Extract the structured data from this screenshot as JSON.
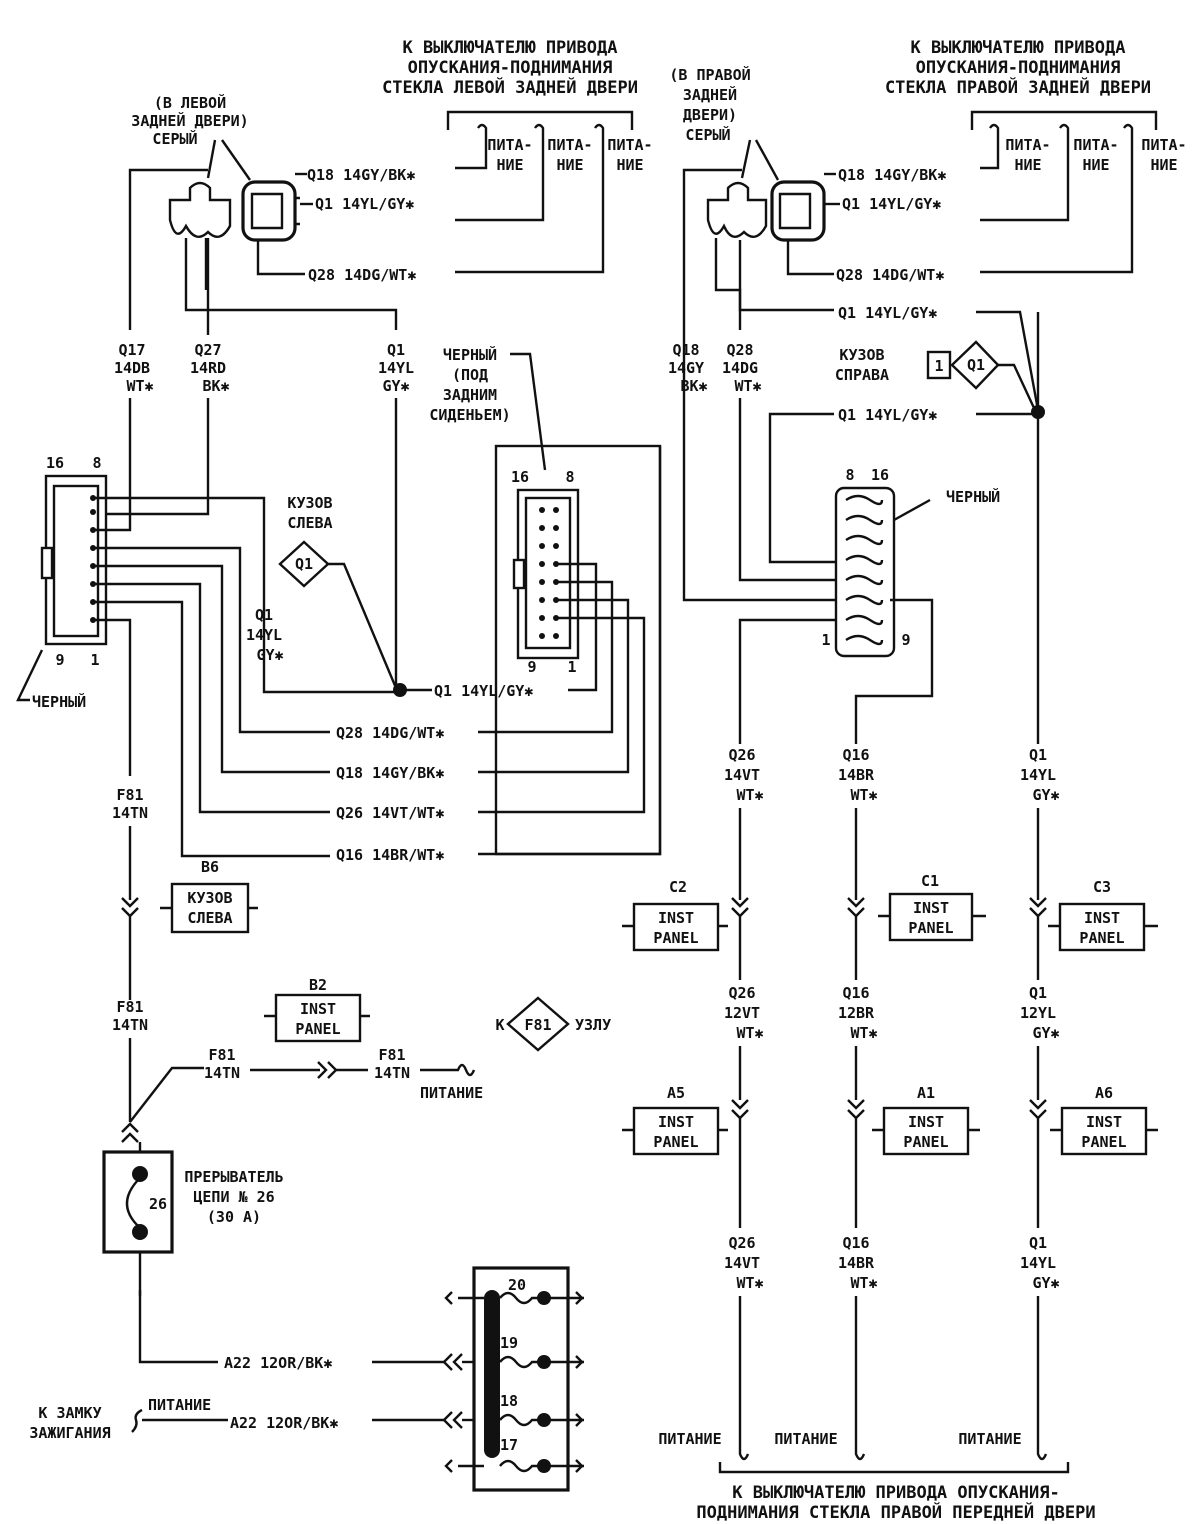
{
  "top_left": {
    "dest_lines": [
      "К ВЫКЛЮЧАТЕЛЮ ПРИВОДА",
      "ОПУСКАНИЯ-ПОДНИМАНИЯ",
      "СТЕКЛА ЛЕВОЙ ЗАДНЕЙ ДВЕРИ"
    ],
    "door_lines": [
      "(В ЛЕВОЙ",
      "ЗАДНЕЙ ДВЕРИ)",
      "СЕРЫЙ"
    ],
    "pitanie_parts": [
      "ПИТА-",
      "НИЕ"
    ]
  },
  "top_right": {
    "dest_lines": [
      "К ВЫКЛЮЧАТЕЛЮ ПРИВОДА",
      "ОПУСКАНИЯ-ПОДНИМАНИЯ",
      "СТЕКЛА ПРАВОЙ ЗАДНЕЙ ДВЕРИ"
    ],
    "door_lines": [
      "(В ПРАВОЙ",
      "ЗАДНЕЙ",
      "ДВЕРИ)",
      "СЕРЫЙ"
    ],
    "pitanie_parts": [
      "ПИТА-",
      "НИЕ"
    ]
  },
  "wires": {
    "q18_gybk": "Q18 14GY/BK✱",
    "q1_ylgy": "Q1 14YL/GY✱",
    "q28_dgwt": "Q28 14DG/WT✱",
    "q26_vtwt": "Q26 14VT/WT✱",
    "q16_brwt": "Q16 14BR/WT✱",
    "a22": "A22 12OR/BK✱"
  },
  "vertical_labels": {
    "q17": [
      "Q17",
      "14DB",
      "WT✱"
    ],
    "q27": [
      "Q27",
      "14RD",
      "BK✱"
    ],
    "q1_left": [
      "Q1",
      "14YL",
      "GY✱"
    ],
    "q18_right": [
      "Q18",
      "14GY",
      "BK✱"
    ],
    "q28_right": [
      "Q28",
      "14DG",
      "WT✱"
    ],
    "q1_body_left": [
      "Q1",
      "14YL",
      "GY✱"
    ],
    "f81_a": [
      "F81",
      "14TN"
    ],
    "q26_14": [
      "Q26",
      "14VT",
      "WT✱"
    ],
    "q16_14": [
      "Q16",
      "14BR",
      "WT✱"
    ],
    "q1_14": [
      "Q1",
      "14YL",
      "GY✱"
    ],
    "q26_12": [
      "Q26",
      "12VT",
      "WT✱"
    ],
    "q16_12": [
      "Q16",
      "12BR",
      "WT✱"
    ],
    "q1_12": [
      "Q1",
      "12YL",
      "GY✱"
    ]
  },
  "connectors": {
    "cherny": "ЧЕРНЫЙ",
    "pin16": "16",
    "pin8": "8",
    "pin9": "9",
    "pin1": "1",
    "under_seat_lines": [
      "ЧЕРНЫЙ",
      "(ПОД",
      "ЗАДНИМ",
      "СИДЕНЬЕМ)"
    ]
  },
  "body_grounds": {
    "left_lines": [
      "КУЗОВ",
      "СЛЕВА"
    ],
    "right_lines": [
      "КУЗОВ",
      "СПРАВА"
    ],
    "q1": "Q1",
    "one": "1"
  },
  "splices": {
    "inst": "INST",
    "panel": "PANEL",
    "b6": "B6",
    "b2": "B2",
    "c1": "C1",
    "c2": "C2",
    "c3": "C3",
    "a1": "A1",
    "a5": "A5",
    "a6": "A6"
  },
  "f81_node": {
    "k": "К",
    "f81": "F81",
    "uzlu": "УЗЛУ"
  },
  "breaker": {
    "number": "26",
    "lines": [
      "ПРЕРЫВАТЕЛЬ",
      "ЦЕПИ № 26",
      "(30 А)"
    ]
  },
  "fuses": [
    "20",
    "19",
    "18",
    "17"
  ],
  "ignition_lines": [
    "К ЗАМКУ",
    "ЗАЖИГАНИЯ"
  ],
  "pitanie": "ПИТАНИЕ",
  "bottom_lines": [
    "К ВЫКЛЮЧАТЕЛЮ ПРИВОДА ОПУСКАНИЯ-",
    "ПОДНИМАНИЯ СТЕКЛА ПРАВОЙ ПЕРЕДНЕЙ ДВЕРИ"
  ]
}
